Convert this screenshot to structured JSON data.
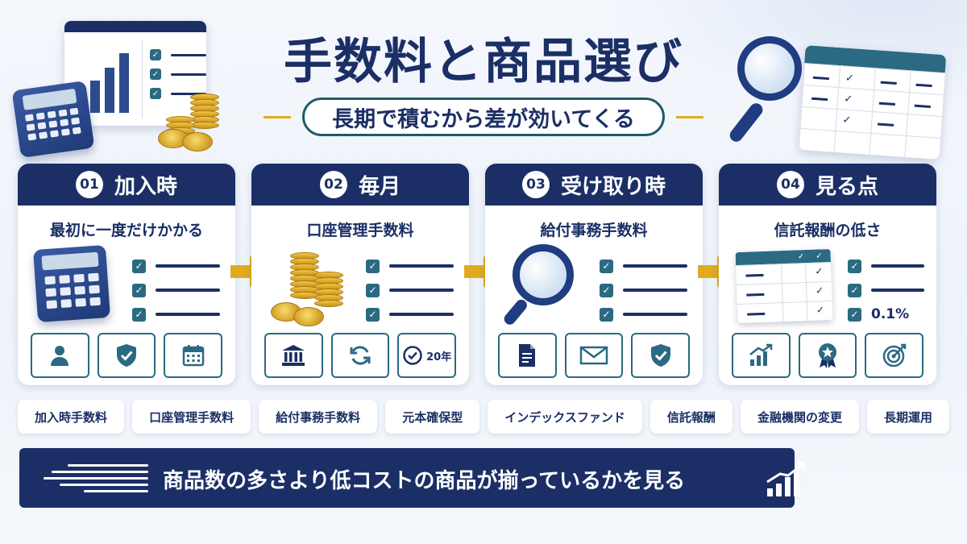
{
  "header": {
    "title": "手数料と商品選び",
    "subtitle": "長期で積むから差が効いてくる"
  },
  "cards": [
    {
      "number": "01",
      "title": "加入時",
      "subtitle": "最初に一度だけかかる",
      "art": "calculator-icon",
      "icons": [
        "person-icon",
        "shield-check-icon",
        "calendar-icon"
      ]
    },
    {
      "number": "02",
      "title": "毎月",
      "subtitle": "口座管理手数料",
      "art": "coins-icon",
      "icons": [
        "bank-icon",
        "refresh-icon",
        "clock-check-icon"
      ],
      "icon_label": "20年"
    },
    {
      "number": "03",
      "title": "受け取り時",
      "subtitle": "給付事務手数料",
      "art": "magnifier-icon",
      "icons": [
        "document-icon",
        "mail-icon",
        "shield-check-icon"
      ]
    },
    {
      "number": "04",
      "title": "見る点",
      "subtitle": "信託報酬の低さ",
      "art": "table-icon",
      "check_value": "0.1%",
      "icons": [
        "growth-chart-icon",
        "award-ribbon-icon",
        "target-icon"
      ]
    }
  ],
  "tags": [
    "加入時手数料",
    "口座管理手数料",
    "給付事務手数料",
    "元本確保型",
    "インデックスファンド",
    "信託報酬",
    "金融機関の変更",
    "長期運用"
  ],
  "banner": {
    "text": "商品数の多さより低コストの商品が揃っているかを見る"
  },
  "colors": {
    "navy": "#1b2f66",
    "teal": "#2a6a82",
    "gold": "#e0ac1e",
    "background": "#f4f7fc"
  }
}
